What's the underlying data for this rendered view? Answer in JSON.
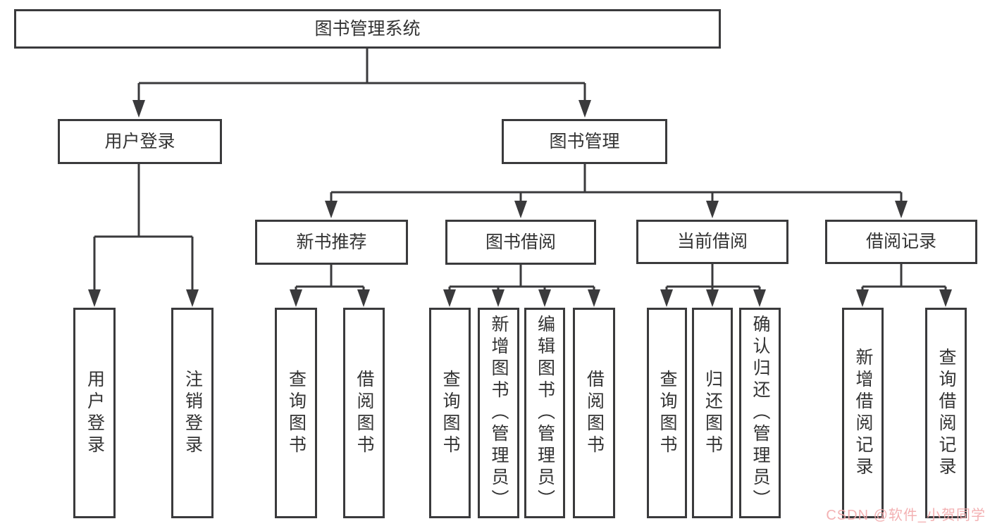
{
  "diagram": {
    "type": "hierarchy-tree",
    "tree": {
      "root": {
        "label": "图书管理系统"
      },
      "branches": [
        {
          "label": "用户登录",
          "children": [
            {
              "label": "用户登录"
            },
            {
              "label": "注销登录"
            }
          ]
        },
        {
          "label": "图书管理",
          "children": [
            {
              "label": "新书推荐",
              "children": [
                {
                  "label": "查询图书"
                },
                {
                  "label": "借阅图书"
                }
              ]
            },
            {
              "label": "图书借阅",
              "children": [
                {
                  "label": "查询图书"
                },
                {
                  "label": "新增图书（管理员）"
                },
                {
                  "label": "编辑图书（管理员）"
                },
                {
                  "label": "借阅图书"
                }
              ]
            },
            {
              "label": "当前借阅",
              "children": [
                {
                  "label": "查询图书"
                },
                {
                  "label": "归还图书"
                },
                {
                  "label": "确认归还（管理员）"
                }
              ]
            },
            {
              "label": "借阅记录",
              "children": [
                {
                  "label": "新增借阅记录"
                },
                {
                  "label": "查询借阅记录"
                }
              ]
            }
          ]
        }
      ]
    },
    "colors": {
      "line": "#3a3a3c",
      "text": "#333333",
      "background": "#ffffff"
    }
  },
  "watermark": {
    "text": "CSDN @软件_小贺同学",
    "color": "#f2a9ab"
  }
}
